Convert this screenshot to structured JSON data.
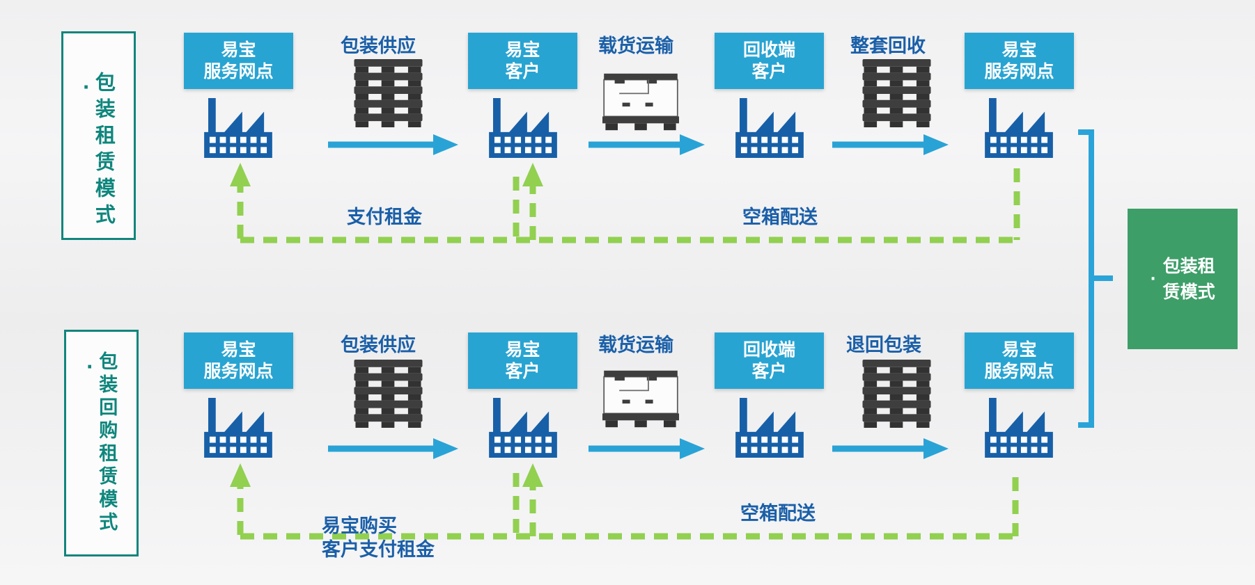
{
  "colors": {
    "accent_blue": "#28A4D2",
    "factory_blue": "#1760A8",
    "label_blue": "#1A5FA8",
    "flow_green": "#92D050",
    "teal": "#0E867C",
    "result_green": "#3D9E68",
    "icon_dark": "#3E3E3E",
    "background": "#F2F2F3"
  },
  "icons": {
    "factory": "factory-icon",
    "pallet": "pallet-stack-icon",
    "container": "container-box-icon"
  },
  "result_box": {
    "bullet": "·",
    "line1": "包装租",
    "line2": "赁模式"
  },
  "rows": [
    {
      "side_bullet": "·",
      "side_label": "包装租赁模式",
      "boxes": [
        {
          "line1": "易宝",
          "line2": "服务网点"
        },
        {
          "line1": "易宝",
          "line2": "客户"
        },
        {
          "line1": "回收端",
          "line2": "客户"
        },
        {
          "line1": "易宝",
          "line2": "服务网点"
        }
      ],
      "labels": {
        "supply": "包装供应",
        "transport": "载货运输",
        "recycle": "整套回收",
        "pay_line1": "支付租金",
        "pay_line2": "",
        "empty": "空箱配送"
      }
    },
    {
      "side_bullet": "·",
      "side_label": "包装回购租赁模式",
      "boxes": [
        {
          "line1": "易宝",
          "line2": "服务网点"
        },
        {
          "line1": "易宝",
          "line2": "客户"
        },
        {
          "line1": "回收端",
          "line2": "客户"
        },
        {
          "line1": "易宝",
          "line2": "服务网点"
        }
      ],
      "labels": {
        "supply": "包装供应",
        "transport": "载货运输",
        "recycle": "退回包装",
        "pay_line1": "易宝购买",
        "pay_line2": "客户支付租金",
        "empty": "空箱配送"
      }
    }
  ]
}
